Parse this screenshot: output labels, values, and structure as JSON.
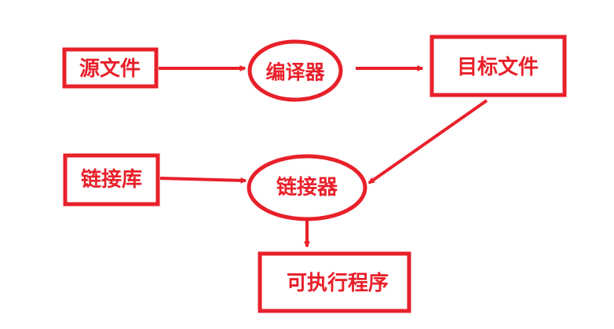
{
  "colors": {
    "accent": "#e8202a",
    "background": "#ffffff"
  },
  "nodes": {
    "source_file": {
      "label": "源文件",
      "shape": "rectangle"
    },
    "compiler": {
      "label": "编译器",
      "shape": "ellipse"
    },
    "object_file": {
      "label": "目标文件",
      "shape": "rectangle"
    },
    "library": {
      "label": "链接库",
      "shape": "rectangle"
    },
    "linker": {
      "label": "链接器",
      "shape": "ellipse"
    },
    "executable": {
      "label": "可执行程序",
      "shape": "rectangle"
    }
  },
  "edges": [
    {
      "from": "source_file",
      "to": "compiler"
    },
    {
      "from": "compiler",
      "to": "object_file"
    },
    {
      "from": "object_file",
      "to": "linker"
    },
    {
      "from": "library",
      "to": "linker"
    },
    {
      "from": "linker",
      "to": "executable"
    }
  ]
}
